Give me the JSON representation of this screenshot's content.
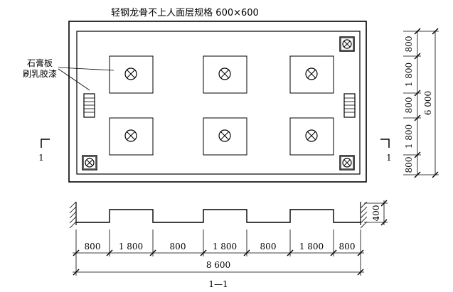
{
  "title": "轻钢龙骨不上人面层规格 600×600",
  "label": {
    "line1": "石膏板",
    "line2": "刷乳胶漆"
  },
  "section_mark": "1",
  "section_title": "1—1",
  "right_dims": [
    "800",
    "1 800",
    "800",
    "1 800",
    "800"
  ],
  "right_total": "6 000",
  "bottom_dims": [
    "800",
    "1 800",
    "800",
    "1 800",
    "800",
    "1 800",
    "800"
  ],
  "bottom_total": "8 600",
  "step_height": "400"
}
